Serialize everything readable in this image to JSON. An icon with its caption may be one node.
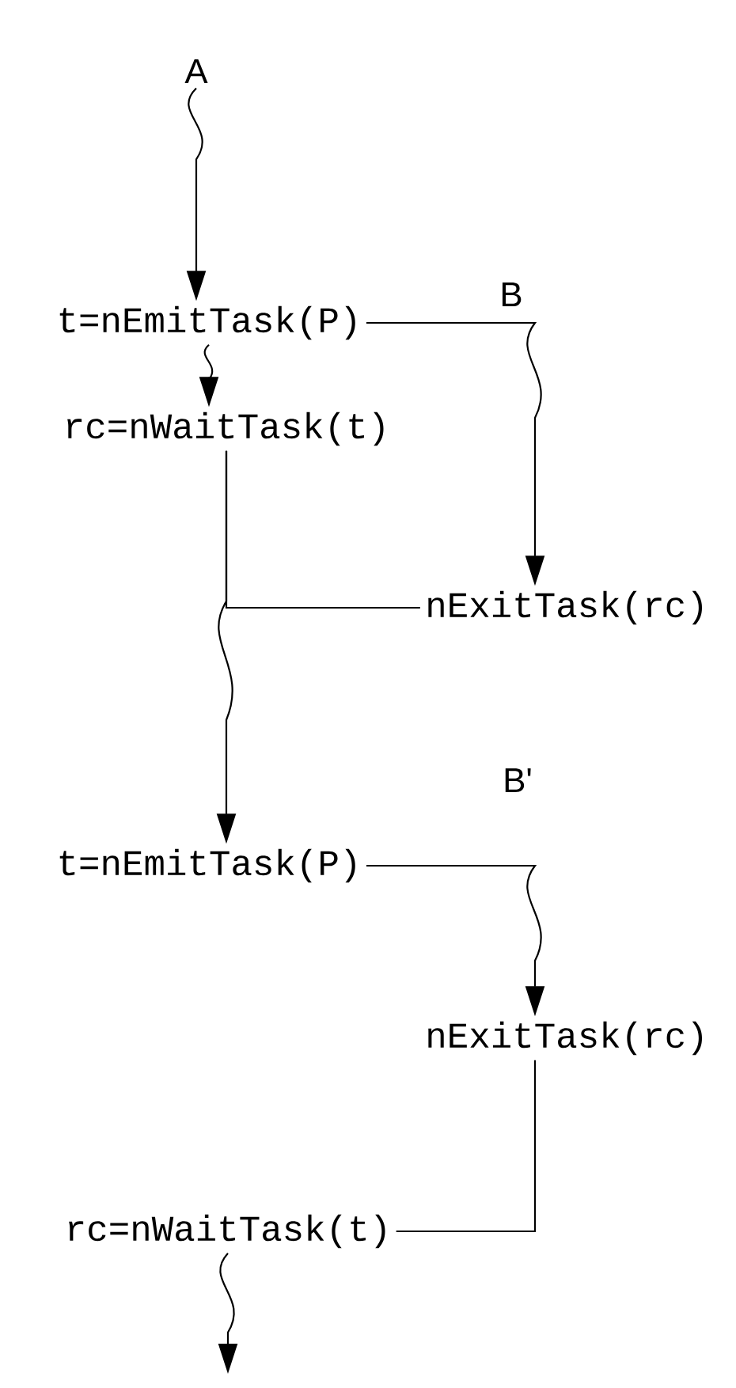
{
  "diagram": {
    "nodes": [
      {
        "text": [
          "A"
        ]
      },
      {
        "text": [
          "t=nEmitTask(P)"
        ]
      },
      {
        "text": [
          "rc=nWaitTask(t)"
        ]
      },
      {
        "text": [
          "nExitTask(rc)"
        ]
      },
      {
        "text": [
          "t=nEmitTask(P)"
        ]
      },
      {
        "text": [
          "nExitTask(rc)"
        ]
      },
      {
        "text": [
          "rc=nWaitTask(t)"
        ]
      }
    ],
    "edges": [
      {
        "from": 0,
        "to": 1,
        "arrow": "to"
      },
      {
        "from": 1,
        "to": 2,
        "arrow": "to"
      },
      {
        "from": 1,
        "to": 3,
        "arrow": "to"
      },
      {
        "from": 3,
        "to": 2,
        "arrow": "none"
      },
      {
        "from": 2,
        "to": 4,
        "arrow": "to"
      },
      {
        "from": 4,
        "to": 5,
        "arrow": "to"
      },
      {
        "from": 5,
        "to": 6,
        "arrow": "none"
      },
      {
        "from": 6,
        "to": null,
        "arrow": "to"
      }
    ],
    "labels": [
      "B",
      "B'"
    ]
  }
}
